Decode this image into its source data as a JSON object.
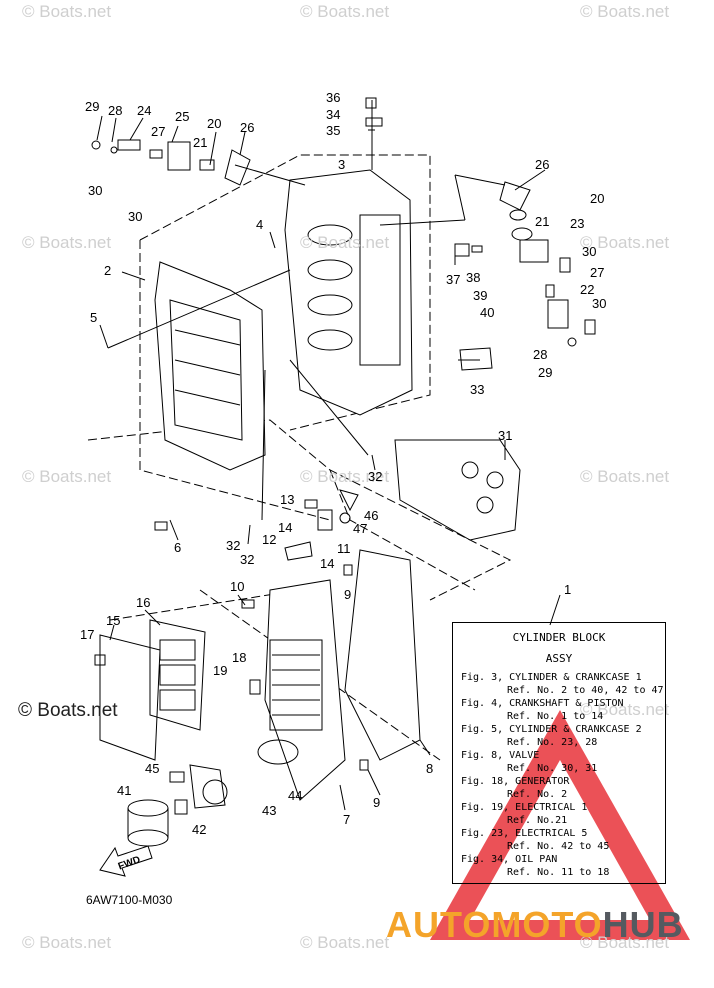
{
  "watermark": {
    "text": "© Boats.net",
    "dark_text": "© Boats.net"
  },
  "figure_code": "6AW7100-M030",
  "fwd_label": "FWD",
  "brand": {
    "part1": "AUTOMOTO",
    "part2": "HUB",
    "triangle_color": "#e8323a",
    "accent": "#f4a42a",
    "dark": "#555a60"
  },
  "legend": {
    "title": "CYLINDER BLOCK",
    "subtitle": "ASSY",
    "lines": [
      {
        "kind": "fig",
        "text": "Fig. 3, CYLINDER & CRANKCASE 1"
      },
      {
        "kind": "ref",
        "text": "Ref. No. 2 to 40, 42 to 47"
      },
      {
        "kind": "fig",
        "text": "Fig. 4, CRANKSHAFT & PISTON"
      },
      {
        "kind": "ref",
        "text": "Ref. No. 1 to 14"
      },
      {
        "kind": "fig",
        "text": "Fig. 5, CYLINDER & CRANKCASE 2"
      },
      {
        "kind": "ref",
        "text": "Ref. No. 23, 28"
      },
      {
        "kind": "fig",
        "text": "Fig. 8, VALVE"
      },
      {
        "kind": "ref",
        "text": "Ref. No. 30, 31"
      },
      {
        "kind": "fig",
        "text": "Fig. 18, GENERATOR"
      },
      {
        "kind": "ref",
        "text": "Ref. No. 2"
      },
      {
        "kind": "fig",
        "text": "Fig. 19, ELECTRICAL 1"
      },
      {
        "kind": "ref",
        "text": "Ref. No.21"
      },
      {
        "kind": "fig",
        "text": "Fig. 23, ELECTRICAL 5"
      },
      {
        "kind": "ref",
        "text": "Ref. No. 42 to 45"
      },
      {
        "kind": "fig",
        "text": "Fig. 34, OIL PAN"
      },
      {
        "kind": "ref",
        "text": "Ref. No. 11 to 18"
      }
    ]
  },
  "callouts": [
    "29",
    "28",
    "24",
    "25",
    "20",
    "26",
    "27",
    "21",
    "30",
    "30",
    "36",
    "34",
    "35",
    "3",
    "26",
    "20",
    "21",
    "23",
    "30",
    "27",
    "4",
    "2",
    "37",
    "38",
    "39",
    "40",
    "22",
    "30",
    "5",
    "28",
    "29",
    "33",
    "31",
    "32",
    "13",
    "46",
    "47",
    "6",
    "14",
    "11",
    "12",
    "32",
    "32",
    "14",
    "9",
    "1",
    "10",
    "16",
    "15",
    "17",
    "18",
    "19",
    "8",
    "45",
    "44",
    "41",
    "43",
    "42",
    "7",
    "9"
  ]
}
